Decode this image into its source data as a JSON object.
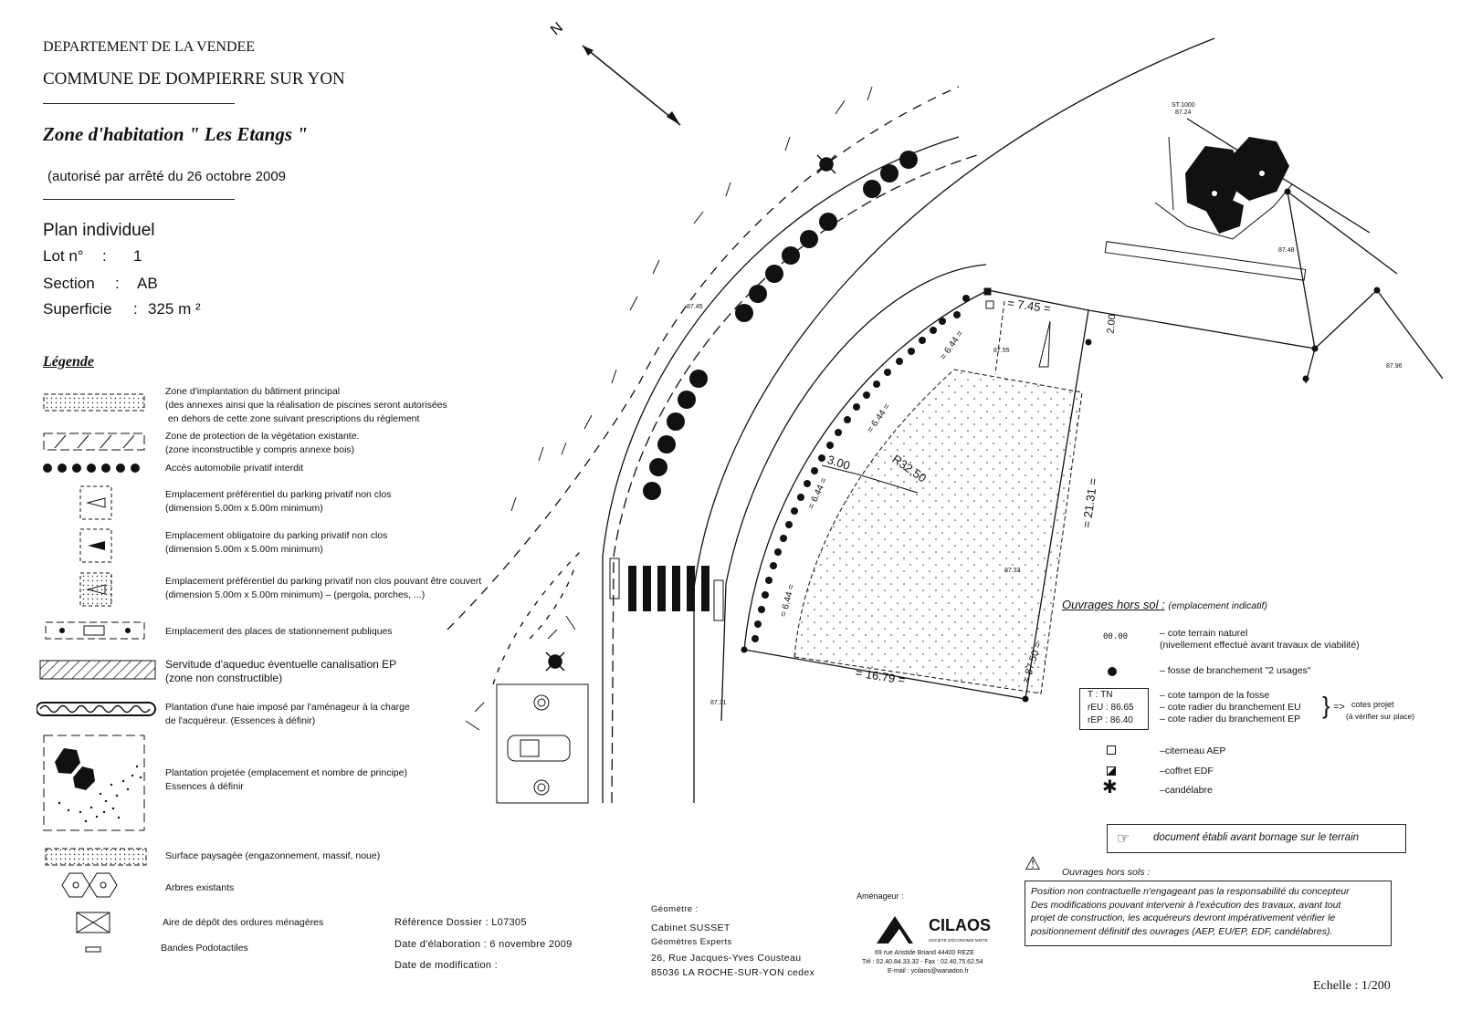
{
  "header": {
    "department": "DEPARTEMENT DE LA VENDEE",
    "commune": "COMMUNE DE DOMPIERRE SUR YON",
    "zone": "Zone d'habitation \" Les Etangs \"",
    "authorization": "(autorisé par arrêté du  26 octobre 2009"
  },
  "plan": {
    "title": "Plan individuel",
    "lot_label": "Lot n°",
    "lot_sep": ":",
    "lot_value": "1",
    "section_label": "Section",
    "section_sep": ":",
    "section_value": "AB",
    "area_label": "Superficie",
    "area_sep": ":",
    "area_value": "325 m ²"
  },
  "legend": {
    "title": "Légende",
    "items": [
      {
        "text": "Zone d'implantation du bâtiment principal\n(des annexes ainsi que la réalisation de piscines seront autorisées\n en dehors de cette zone suivant prescriptions du règlement"
      },
      {
        "text": "Zone de protection de la végétation existante.\n(zone inconstructible y compris annexe bois)"
      },
      {
        "text": "Accès automobile privatif interdit"
      },
      {
        "text": "Emplacement préférentiel du parking privatif non clos\n(dimension 5.00m x 5.00m minimum)"
      },
      {
        "text": "Emplacement obligatoire du parking privatif non clos\n(dimension 5.00m x 5.00m minimum)"
      },
      {
        "text": "Emplacement préférentiel du parking privatif non clos pouvant être couvert\n(dimension 5.00m x 5.00m minimum) – (pergola, porches, ...)"
      },
      {
        "text": "Emplacement des places de stationnement publiques"
      },
      {
        "text": "Servitude d'aqueduc éventuelle canalisation EP\n(zone non constructible)"
      },
      {
        "text": "Plantation d'une haie imposé par l'aménageur à la charge\nde l'acquéreur. (Essences à définir)"
      },
      {
        "text": "Plantation projetée (emplacement et nombre de principe)\nEssences à définir"
      },
      {
        "text": "Surface paysagée (engazonnement, massif, noue)"
      },
      {
        "text": "Arbres existants"
      },
      {
        "text": "Aire de dépôt des ordures ménagères"
      },
      {
        "text": "Bandes Podotactiles"
      }
    ]
  },
  "reference": {
    "dossier": "Référence Dossier : L07305",
    "elaboration": "Date d'élaboration : 6 novembre 2009",
    "modification": "Date de modification :"
  },
  "geometre": {
    "label": "Géomètre :",
    "name": "Cabinet  SUSSET",
    "sub": "Géomètres Experts",
    "address1": "26, Rue Jacques-Yves Cousteau",
    "address2": "85036 LA ROCHE-SUR-YON cedex"
  },
  "amenageur": {
    "label": "Aménageur :",
    "logo": "CILAOS",
    "logo_sub": "SOCIÉTÉ D'ÉCONOMIE MIXTE",
    "address": "69 rue Aristide Briand  44400 REZE",
    "phone": "Tél : 02.40.84.33.32 - Fax : 02.40.75.62.54",
    "email": "E-mail : ycilaos@wanadoo.fr"
  },
  "ouvrages": {
    "title": "Ouvrages hors sol :",
    "subtitle": "(emplacement indicatif)",
    "items": [
      {
        "symbol": "00.00",
        "text": "– cote terrain naturel\n(nivellement effectué avant travaux de viabilité)"
      },
      {
        "symbol": "",
        "text": "– fosse de branchement \"2 usages\""
      },
      {
        "symbol": "",
        "text": "– cote tampon de la fosse\n– cote radier du branchement EU\n– cote radier du branchement EP"
      },
      {
        "symbol": "",
        "text": "–citerneau AEP"
      },
      {
        "symbol": "",
        "text": "–coffret EDF"
      },
      {
        "symbol": "",
        "text": "–candélabre"
      }
    ],
    "cotes_box": [
      "T   :  TN",
      "rEU  : 86.65",
      "rEP  : 86.40"
    ],
    "cotes_projet": "cotes projet",
    "verify": "(à vérifier sur place)"
  },
  "notes": {
    "bornage": "document établi avant bornage sur le terrain",
    "warn_title": "Ouvrages hors sols :",
    "warn_text": "Position non contractuelle n'engageant pas la responsabilité du concepteur\nDes modifications pouvant intervenir à l'exécution des travaux, avant tout\nprojet de construction, les acquéreurs devront impérativement vérifier le\npositionnement définitif des ouvrages (AEP, EU/EP, EDF, candélabres)."
  },
  "map": {
    "north": "N",
    "st_label": "ST.1000",
    "st_val": "87.24",
    "dims": {
      "d1": "= 7.45 =",
      "d2": "2.00",
      "d3": "= 21.31 =",
      "d4": "= 16.79 =",
      "d5": "3.00",
      "d6": "R32.50",
      "d7": "= 6.44 =",
      "d8": "= 6.44 =",
      "d9": "= 6.44 =",
      "d10": "= 6.44 =",
      "d11": "= 87.50 ="
    },
    "elevations": [
      "87.45",
      "87.55",
      "87.33",
      "87.31",
      "87.48",
      "87.96"
    ]
  },
  "scale": "Echelle : 1/200",
  "colors": {
    "ink": "#111111",
    "paper": "#ffffff"
  }
}
